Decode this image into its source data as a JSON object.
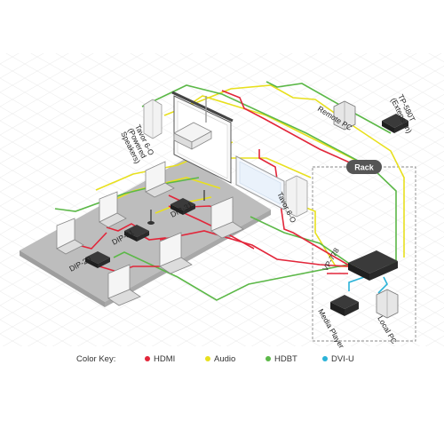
{
  "labels": {
    "tavor_left": [
      "Tavor 6-O",
      "(Powered",
      "Speakers)"
    ],
    "tavor_right": "Tavor 6-O",
    "tp580t": [
      "TP-580T",
      "(Extension)"
    ],
    "remote_pc": "Remote PC",
    "rack": "Rack",
    "dip31_a": "DIP-31",
    "dip31_b": "DIP-31",
    "dip20": "DIP-20",
    "vp778": "VP-778",
    "media_player": "Media Player",
    "local_pc": "Local PC"
  },
  "color_key": {
    "title": "Color Key:",
    "items": [
      {
        "label": "HDMI",
        "color": "#e2263a"
      },
      {
        "label": "Audio",
        "color": "#e8e01e"
      },
      {
        "label": "HDBT",
        "color": "#5cb848"
      },
      {
        "label": "DVI-U",
        "color": "#2bb3d8"
      }
    ]
  },
  "colors": {
    "hdmi": "#e2263a",
    "audio": "#e8e01e",
    "hdbt": "#5cb848",
    "dvi": "#2bb3d8"
  }
}
